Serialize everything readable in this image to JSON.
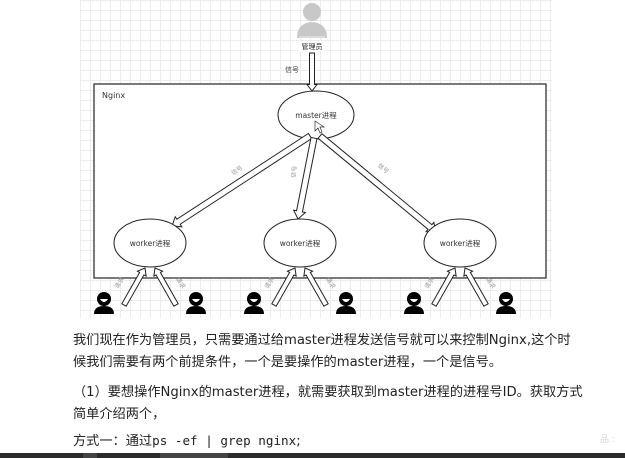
{
  "diagram": {
    "container_label": "Nginx",
    "admin_label": "管理员",
    "admin_arrow_label": "信号",
    "master_label": "master进程",
    "workers": [
      {
        "label": "worker进程"
      },
      {
        "label": "worker进程"
      },
      {
        "label": "worker进程"
      }
    ],
    "master_to_worker_label": "信号",
    "client_arrow_label": "请求",
    "clients_count": 6
  },
  "text": {
    "paragraph1_line1": "我们现在作为管理员，只需要通过给master进程发送信号就可以来控制Nginx,这个时",
    "paragraph1_line2": "候我们需要有两个前提条件，一个是要操作的master进程，一个是信号。",
    "paragraph2_line1": "（1）要想操作Nginx的master进程，就需要获取到master进程的进程号ID。获取方式",
    "paragraph2_line2": "简单介绍两个，",
    "method1_prefix": "方式一：通过",
    "method1_code": "ps -ef | grep nginx",
    "method1_suffix": ";"
  },
  "overlay": {
    "watermark": "品 :"
  },
  "colors": {
    "stroke": "#222222",
    "admin_icon": "#c8c8c8",
    "client_icon": "#000000",
    "arrow_label": "#999999"
  }
}
